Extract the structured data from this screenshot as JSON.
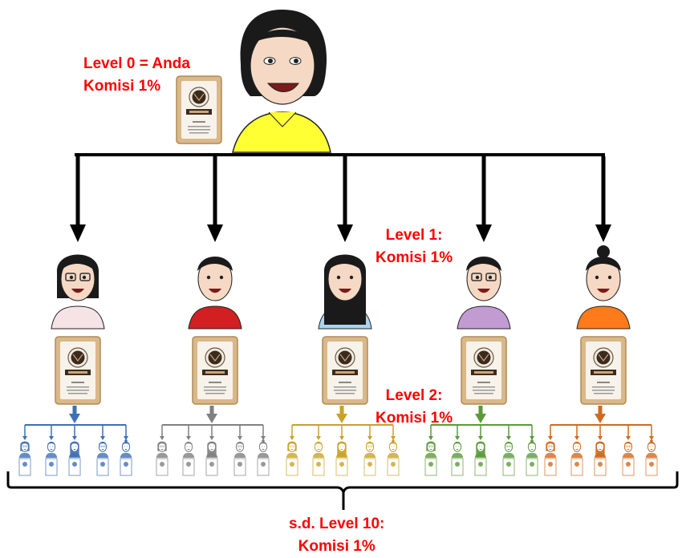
{
  "labels": {
    "level0_line1": "Level 0 = Anda",
    "level0_line2": "Komisi 1%",
    "level1_line1": "Level 1:",
    "level1_line2": "Komisi 1%",
    "level2_line1": "Level 2:",
    "level2_line2": "Komisi 1%",
    "level10_line1": "s.d. Level 10:",
    "level10_line2": "Komisi 1%"
  },
  "root": {
    "name": "anda-avatar",
    "shirt_color": "#ffff33",
    "hair": "short"
  },
  "level1": [
    {
      "shirt_color": "#f6e3e6",
      "hair": "bob",
      "glasses": true,
      "branch_color": "#3f6fb6"
    },
    {
      "shirt_color": "#d11f22",
      "hair": "short-male",
      "glasses": false,
      "branch_color": "#808080"
    },
    {
      "shirt_color": "#a8d4ee",
      "hair": "long",
      "glasses": false,
      "branch_color": "#c9a227"
    },
    {
      "shirt_color": "#c39bd3",
      "hair": "short-male",
      "glasses": true,
      "branch_color": "#5b9a3a"
    },
    {
      "shirt_color": "#ff7a1a",
      "hair": "bun",
      "glasses": false,
      "branch_color": "#d2691e"
    }
  ],
  "colors": {
    "label_red": "#ff0000",
    "connector": "#000000",
    "bag_border": "#c8a26a",
    "bag_seal": "#3b2a1e",
    "skin": "#f6d9c4",
    "hair": "#1a1a1a"
  }
}
